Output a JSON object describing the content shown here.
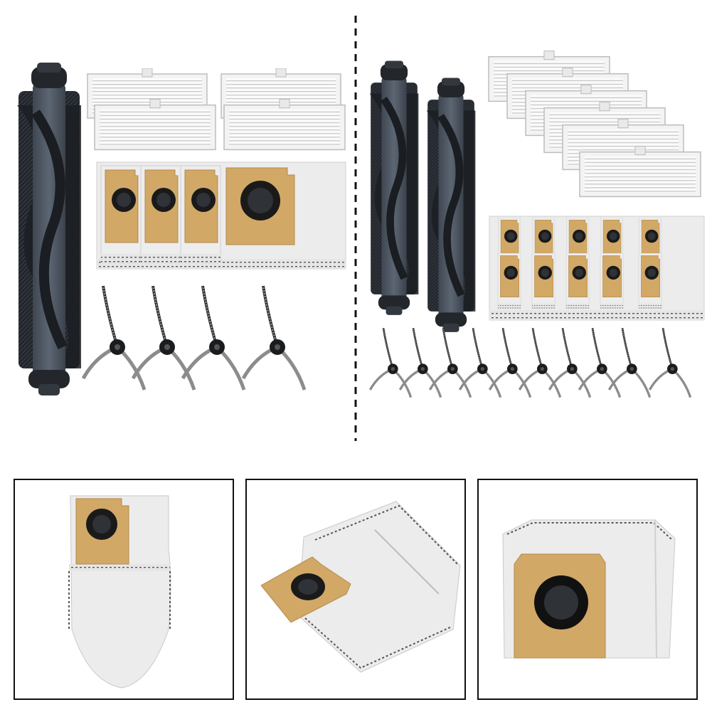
{
  "product_photo": {
    "kits": [
      {
        "name": "kit-left",
        "main_brushes": 1,
        "filters": 4,
        "dust_bags": 4,
        "side_brushes": 4
      },
      {
        "name": "kit-right",
        "main_brushes": 2,
        "filters": 6,
        "dust_bags": 10,
        "side_brushes": 10
      }
    ],
    "detail_views": [
      "bag-front",
      "bag-angled",
      "bag-folded"
    ],
    "colors": {
      "background": "#ffffff",
      "brush_core": "#4d5663",
      "bristles": "#1c1f24",
      "filter_frame": "#f4f4f4",
      "bag_fabric": "#ececec",
      "cardboard": "#d2a867",
      "bag_port": "#1a1a1a",
      "divider": "#111111"
    }
  }
}
